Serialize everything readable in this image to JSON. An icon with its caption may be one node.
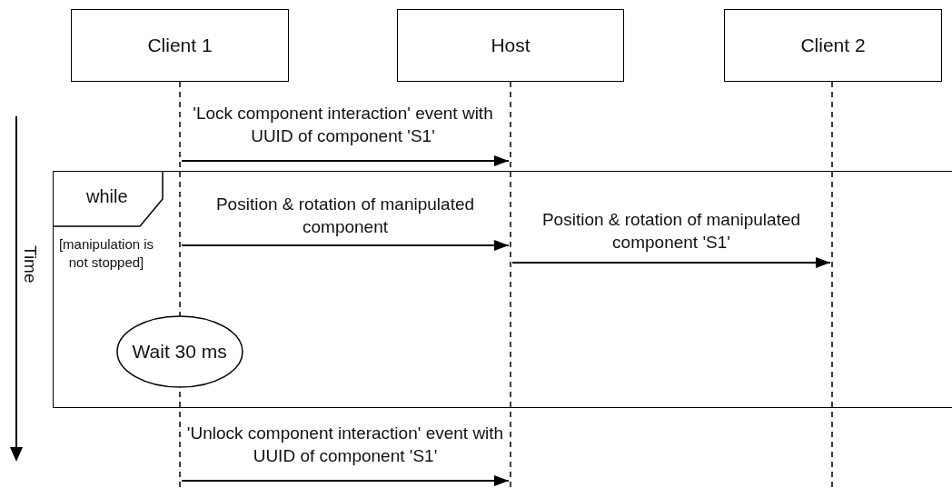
{
  "diagram": {
    "nodes": [
      {
        "text": [
          "Client 1"
        ]
      },
      {
        "text": [
          "Host"
        ]
      },
      {
        "text": [
          "Client 2"
        ]
      },
      {
        "text": [
          "while",
          "[manipulation is not stopped]"
        ]
      },
      {
        "text": [
          "Wait 30 ms"
        ],
        "in": 3
      },
      {
        "text": [],
        "shape": "bar"
      },
      {
        "text": [],
        "shape": "bar"
      },
      {
        "text": [],
        "shape": "bar"
      }
    ],
    "edges": [
      {
        "from": 5,
        "to": 6,
        "arrow": "to",
        "label": "'Lock component interaction' event with UUID of component 'S1'"
      },
      {
        "from": 5,
        "to": 6,
        "arrow": "to",
        "label": "Position & rotation of manipulated component"
      },
      {
        "from": 6,
        "to": 7,
        "arrow": "to",
        "label": "Position & rotation of manipulated component 'S1'"
      },
      {
        "from": 5,
        "to": 6,
        "arrow": "to",
        "label": "'Unlock component interaction' event with UUID of component 'S1'"
      }
    ],
    "labels": [
      "Time"
    ]
  }
}
